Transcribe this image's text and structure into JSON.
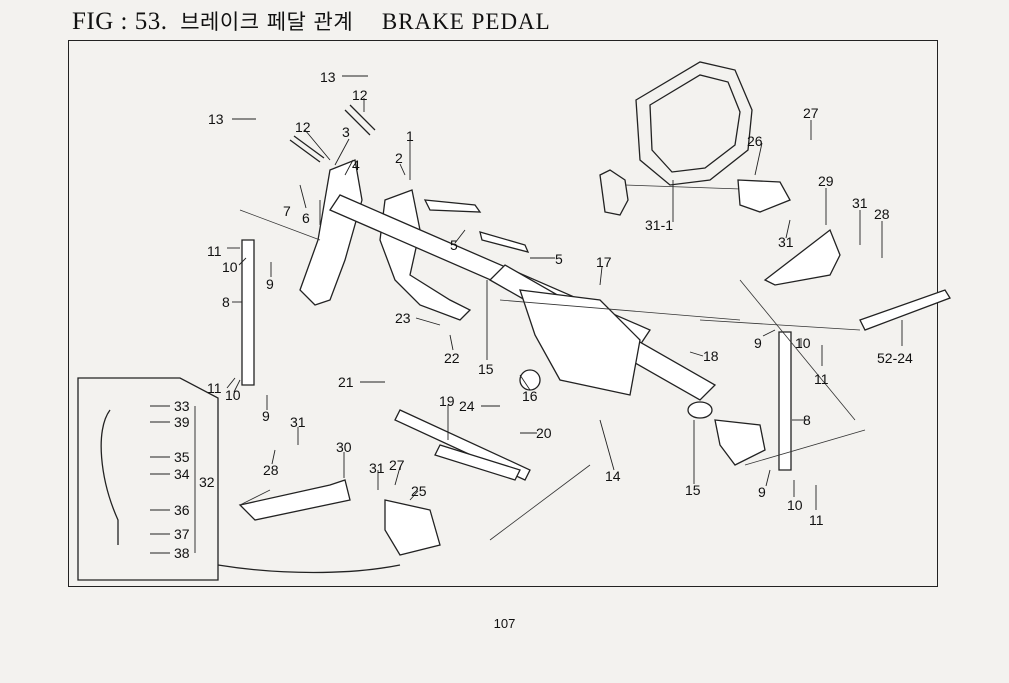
{
  "header": {
    "fig": "FIG : 53.",
    "title_korean": "브레이크 페달 관계",
    "title_english": "BRAKE PEDAL"
  },
  "page_number": "107",
  "callouts": [
    "13",
    "12",
    "13",
    "12",
    "3",
    "1",
    "2",
    "4",
    "7",
    "6",
    "5",
    "5",
    "11",
    "10",
    "9",
    "8",
    "17",
    "23",
    "22",
    "15",
    "18",
    "21",
    "19",
    "24",
    "16",
    "20",
    "14",
    "15",
    "11",
    "10",
    "9",
    "31",
    "28",
    "30",
    "31",
    "27",
    "25",
    "27",
    "26",
    "29",
    "31",
    "28",
    "31",
    "31-1",
    "9",
    "10",
    "11",
    "52-24",
    "8",
    "9",
    "10",
    "11",
    "33",
    "39",
    "35",
    "34",
    "32",
    "36",
    "37",
    "38"
  ]
}
